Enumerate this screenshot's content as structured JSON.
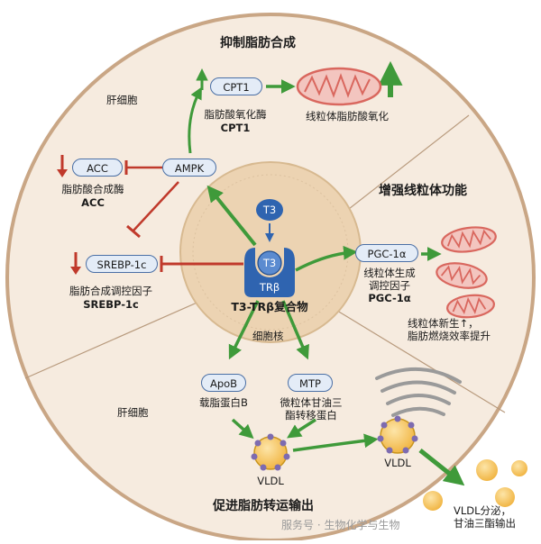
{
  "titles": {
    "inhibit": "抑制脂肪合成",
    "enhance": "增强线粒体功能",
    "promote": "促进脂肪转运输出"
  },
  "regions": {
    "hepatocyte_top": "肝细胞",
    "hepatocyte_bottom": "肝细胞",
    "nucleus": "细胞核"
  },
  "nodes": {
    "cpt1": "CPT1",
    "ampk": "AMPK",
    "acc": "ACC",
    "srebp": "SREBP-1c",
    "t3": "T3",
    "t3_bound": "T3",
    "tr": "TRβ",
    "pgc": "PGC-1α",
    "apob": "ApoB",
    "mtp": "MTP"
  },
  "labels": {
    "cpt1_desc": "脂肪酸氧化酶",
    "cpt1_bold": "CPT1",
    "mito_fa_ox": "线粒体脂肪酸氧化",
    "acc_desc": "脂肪酸合成酶",
    "acc_bold": "ACC",
    "srebp_desc": "脂肪合成调控因子",
    "srebp_bold": "SREBP-1c",
    "complex": "T3-TRβ复合物",
    "pgc_desc1": "线粒体生成",
    "pgc_desc2": "调控因子",
    "pgc_bold": "PGC-1α",
    "biogen1": "线粒体新生↑，",
    "biogen2": "脂肪燃烧效率提升",
    "apob_desc": "载脂蛋白B",
    "mtp_desc1": "微粒体甘油三",
    "mtp_desc2": "酯转移蛋白",
    "vldl_inner": "VLDL",
    "vldl_outer": "VLDL",
    "secretion1": "VLDL分泌，",
    "secretion2": "甘油三酯输出"
  },
  "watermark": "服务号 · 生物化学与生物",
  "colors": {
    "cell_fill": "#f6ebdf",
    "cell_stroke": "#c9a685",
    "nucleus_fill": "#ecd3b2",
    "activate": "#3f9a3a",
    "inhibit": "#c0392b",
    "node_fill": "#e4ecf7",
    "node_stroke": "#4a6fa5",
    "mito_outer": "#e0736a",
    "receptor": "#2f64b0",
    "lipoprotein": "#f2b94a"
  }
}
